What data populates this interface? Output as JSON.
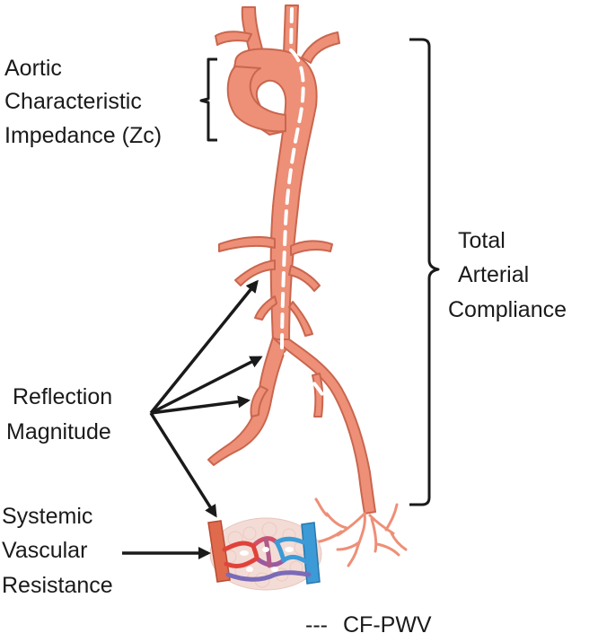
{
  "labels": {
    "zc_line1": "Aortic",
    "zc_line2": "Characteristic",
    "zc_line3": "Impedance (Zc)",
    "tac_line1": "Total",
    "tac_line2": "Arterial",
    "tac_line3": "Compliance",
    "refl_line1": "Reflection",
    "refl_line2": "Magnitude",
    "svr_line1": "Systemic",
    "svr_line2": "Vascular",
    "svr_line3": "Resistance"
  },
  "legend": {
    "symbol": "---",
    "label": "CF-PWV"
  },
  "colors": {
    "artery_fill": "#ee8f77",
    "artery_stroke": "#c9664e",
    "vein_blue": "#3c9bd6",
    "capillary_red": "#e0433a",
    "capillary_bg": "#f3dcd6",
    "ink": "#1a1a1a",
    "dash": "#ffffff"
  }
}
